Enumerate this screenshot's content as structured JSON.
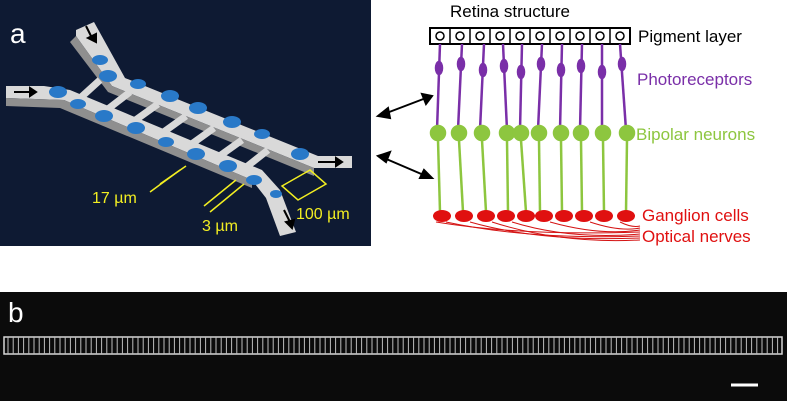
{
  "panel_a": {
    "label": "a",
    "dimensions": [
      "17 µm",
      "3 µm",
      "100 µm"
    ]
  },
  "retina": {
    "title": "Retina structure",
    "layers": [
      "Pigment layer",
      "Photoreceptors",
      "Bipolar neurons",
      "Ganglion cells",
      "Optical nerves"
    ],
    "colors": {
      "pigment": "#000000",
      "photoreceptors": "#7a2fa8",
      "bipolar": "#8dc63f",
      "ganglion": "#e01010",
      "nerves": "#d41313"
    }
  },
  "panel_b": {
    "label": "b"
  },
  "colors": {
    "cell_blue": "#2979c8",
    "dimension_yellow": "#f2ee22",
    "panel_a_bg": "#0e1a33"
  }
}
